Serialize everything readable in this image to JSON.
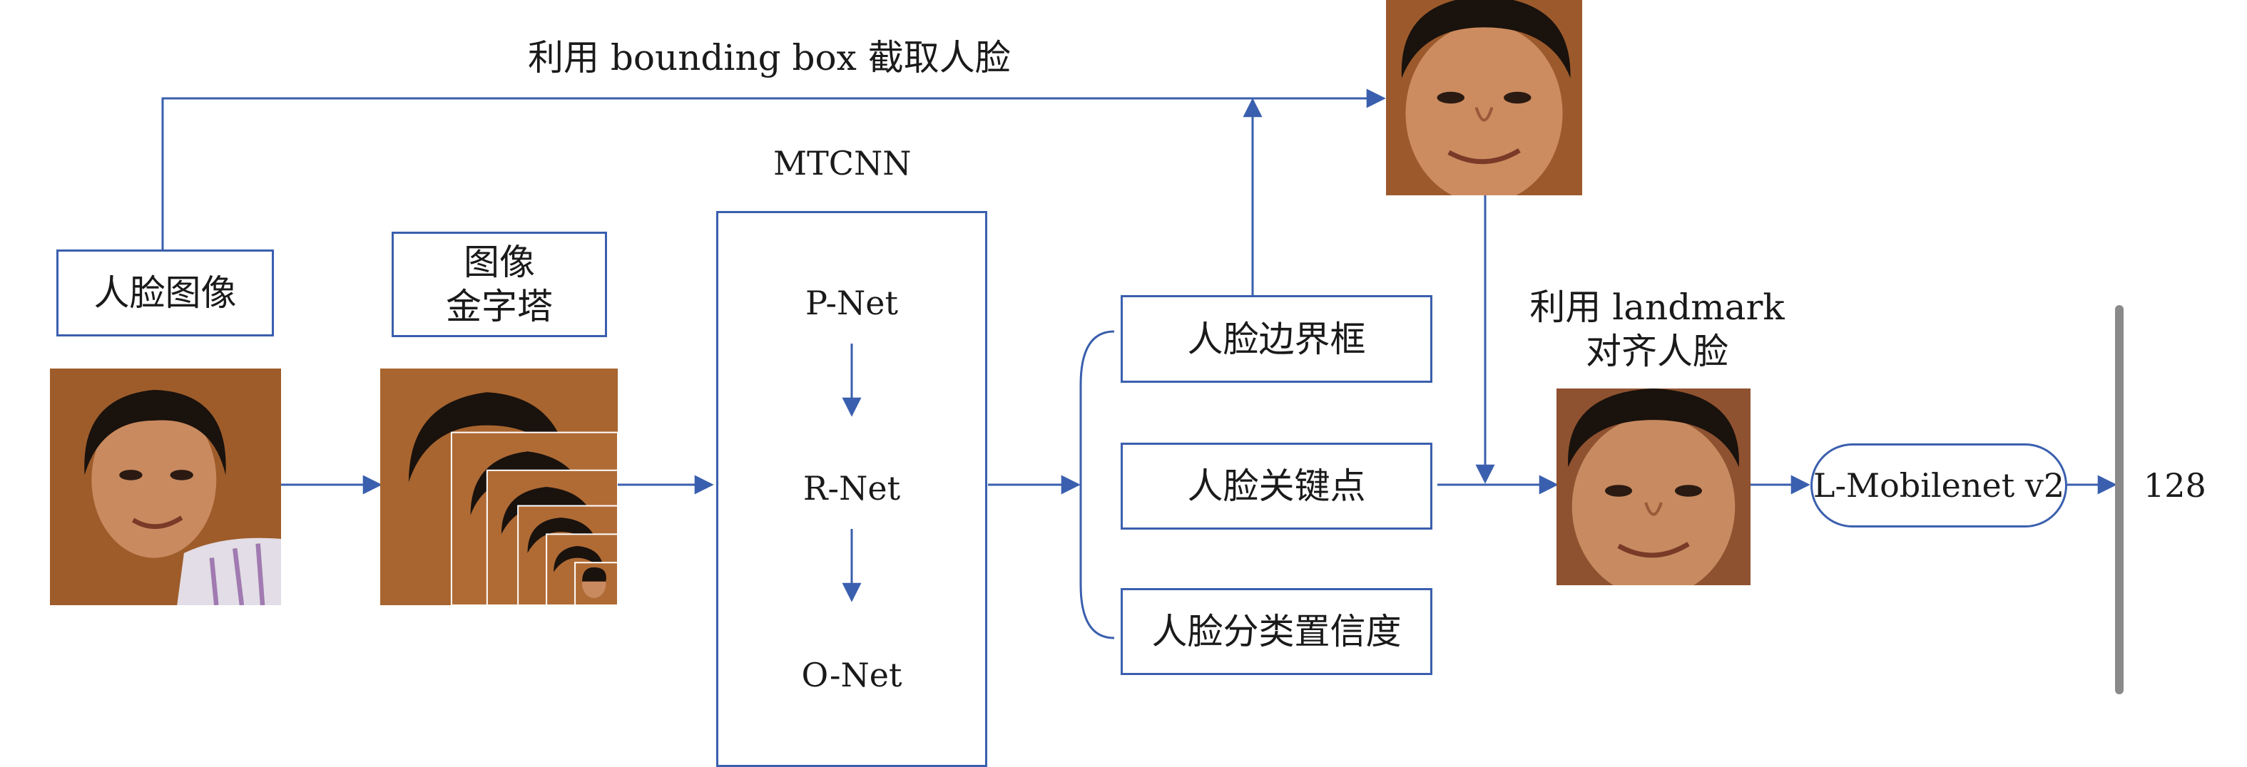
{
  "top_arrow_label": "利用 bounding box 截取人脸",
  "input_box": "人脸图像",
  "pyramid_box": {
    "line1": "图像",
    "line2": "金字塔"
  },
  "mtcnn": {
    "title": "MTCNN",
    "nets": [
      "P-Net",
      "R-Net",
      "O-Net"
    ]
  },
  "outputs": [
    "人脸边界框",
    "人脸关键点",
    "人脸分类置信度"
  ],
  "align_label": {
    "line1": "利用 landmark",
    "line2": "对齐人脸"
  },
  "model_label": "L-Mobilenet v2",
  "embedding_size": "128",
  "colors": {
    "line": "#3a5fae",
    "bar": "#8a8a8a"
  }
}
